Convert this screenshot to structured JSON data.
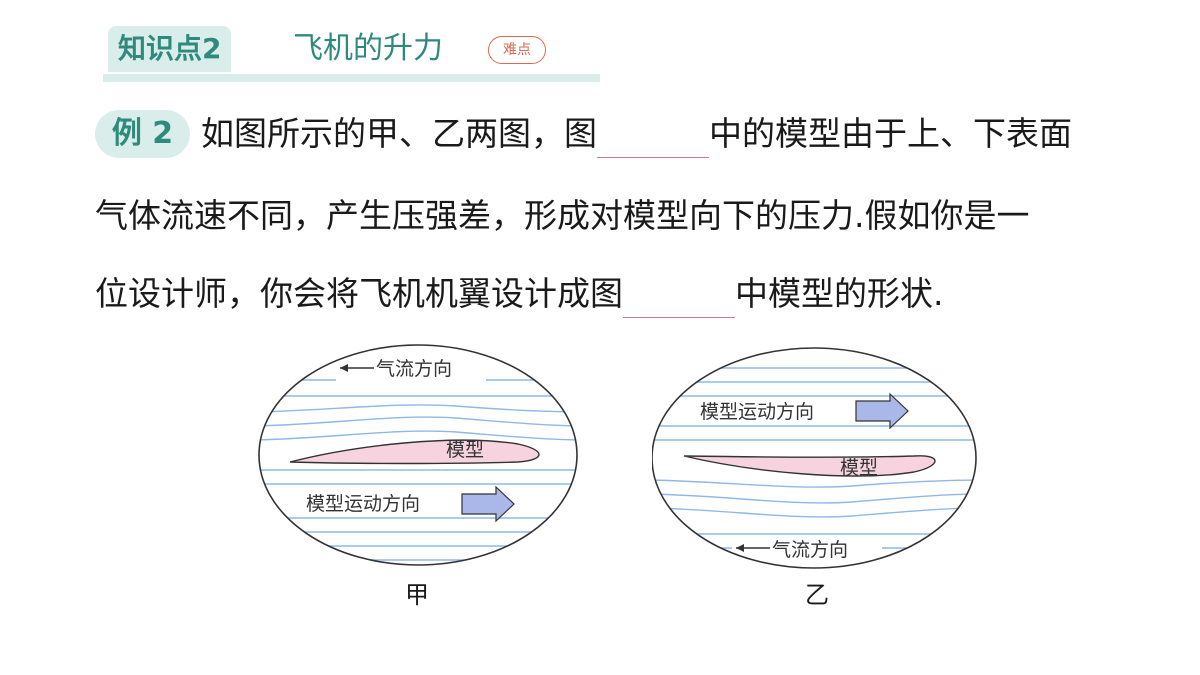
{
  "header": {
    "tag": "知识点2",
    "title": "飞机的升力",
    "badge": "难点"
  },
  "example": {
    "label": "例 2",
    "line1_a": "如图所示的甲、乙两图，图",
    "line1_b": "中的模型由于上、下表面",
    "line2": "气体流速不同，产生压强差，形成对模型向下的压力.假如你是一",
    "line3_a": "位设计师，你会将飞机机翼设计成图",
    "line3_b": "中模型的形状."
  },
  "diagrams": {
    "jia": {
      "caption": "甲",
      "airflow_label": "气流方向",
      "model_label": "模型",
      "motion_label": "模型运动方向"
    },
    "yi": {
      "caption": "乙",
      "airflow_label": "气流方向",
      "model_label": "模型",
      "motion_label": "模型运动方向"
    }
  },
  "colors": {
    "accent": "#2f8a7d",
    "accent_bg": "#d9eeea",
    "flow_line": "#8fb8e6",
    "model_fill": "#f6d3de",
    "arrow_fill": "#a9b8e8",
    "blank_line": "#c779a6"
  }
}
